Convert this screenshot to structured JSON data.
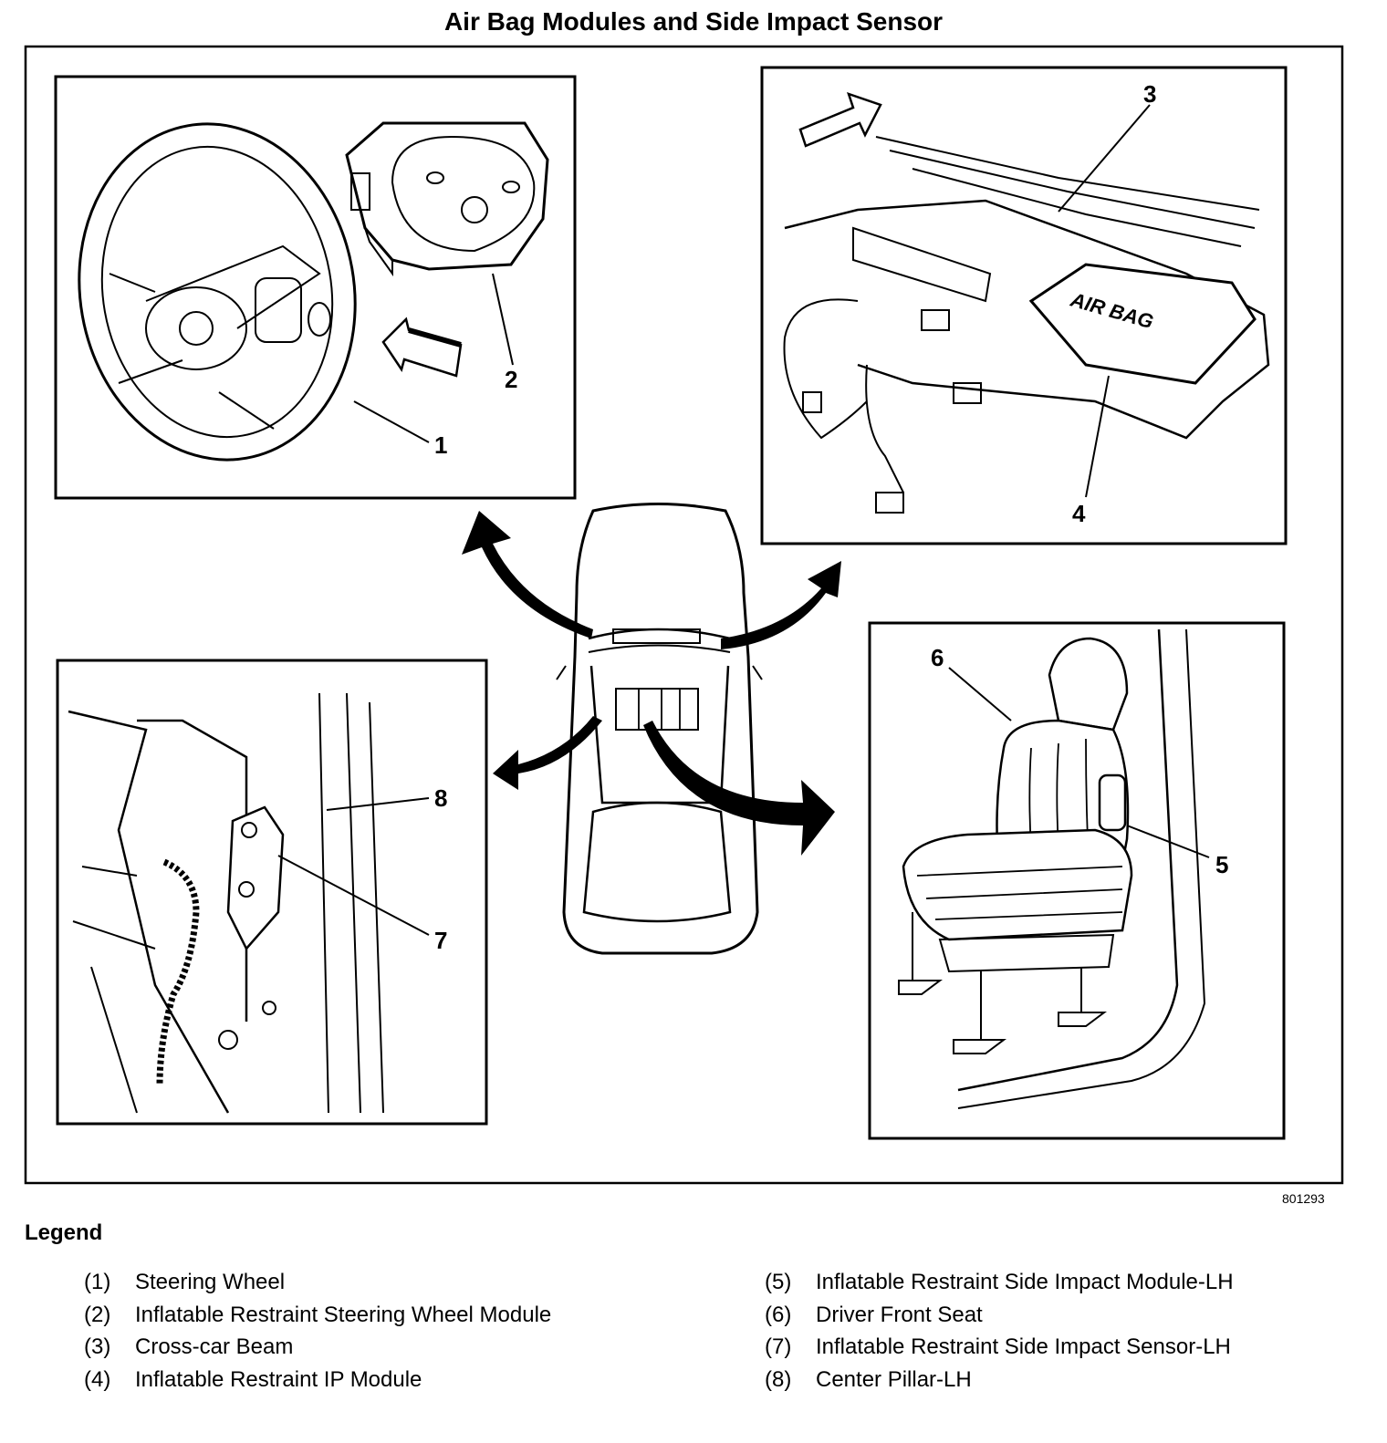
{
  "title": "Air Bag Modules and Side Impact Sensor",
  "figure_number": "801293",
  "callouts": {
    "c1": "1",
    "c2": "2",
    "c3": "3",
    "c4": "4",
    "c5": "5",
    "c6": "6",
    "c7": "7",
    "c8": "8"
  },
  "airbag_label": "AIR BAG",
  "legend": {
    "title": "Legend",
    "left": [
      {
        "num": "(1)",
        "label": "Steering Wheel"
      },
      {
        "num": "(2)",
        "label": "Inflatable Restraint Steering Wheel Module"
      },
      {
        "num": "(3)",
        "label": "Cross-car Beam"
      },
      {
        "num": "(4)",
        "label": "Inflatable Restraint IP Module"
      }
    ],
    "right": [
      {
        "num": "(5)",
        "label": "Inflatable Restraint Side Impact Module-LH"
      },
      {
        "num": "(6)",
        "label": "Driver Front Seat"
      },
      {
        "num": "(7)",
        "label": "Inflatable Restraint Side Impact Sensor-LH"
      },
      {
        "num": "(8)",
        "label": "Center Pillar-LH"
      }
    ]
  }
}
